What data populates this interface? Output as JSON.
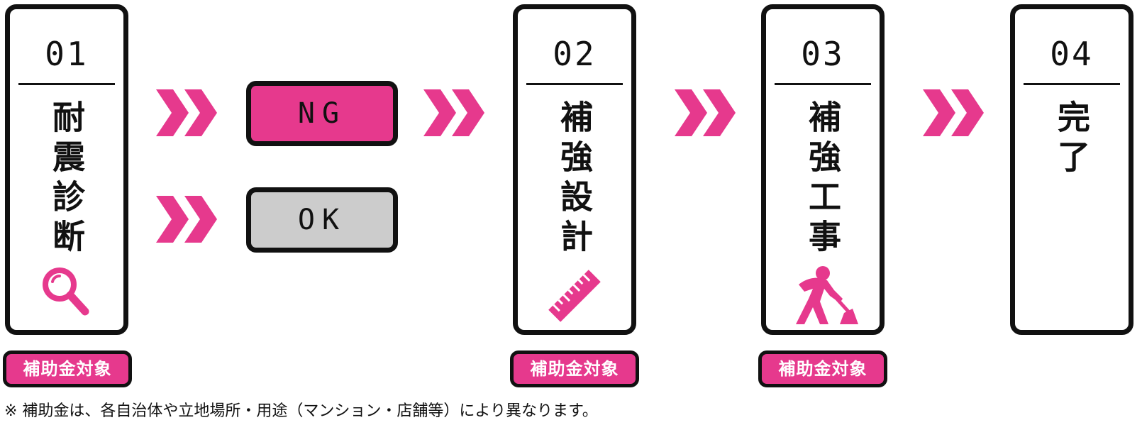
{
  "colors": {
    "accent": "#e6398d",
    "ok_gray": "#cccccc",
    "border": "#111111"
  },
  "steps": [
    {
      "number": "01",
      "title": "耐震診断",
      "icon": "magnifier-icon"
    },
    {
      "number": "02",
      "title": "補強設計",
      "icon": "ruler-icon"
    },
    {
      "number": "03",
      "title": "補強工事",
      "icon": "construction-worker-icon"
    },
    {
      "number": "04",
      "title": "完了",
      "icon": ""
    }
  ],
  "results": {
    "ng": "NG",
    "ok": "OK"
  },
  "badge_label": "補助金対象",
  "footnote": "※ 補助金は、各自治体や立地場所・用途（マンション・店舗等）により異なります。"
}
